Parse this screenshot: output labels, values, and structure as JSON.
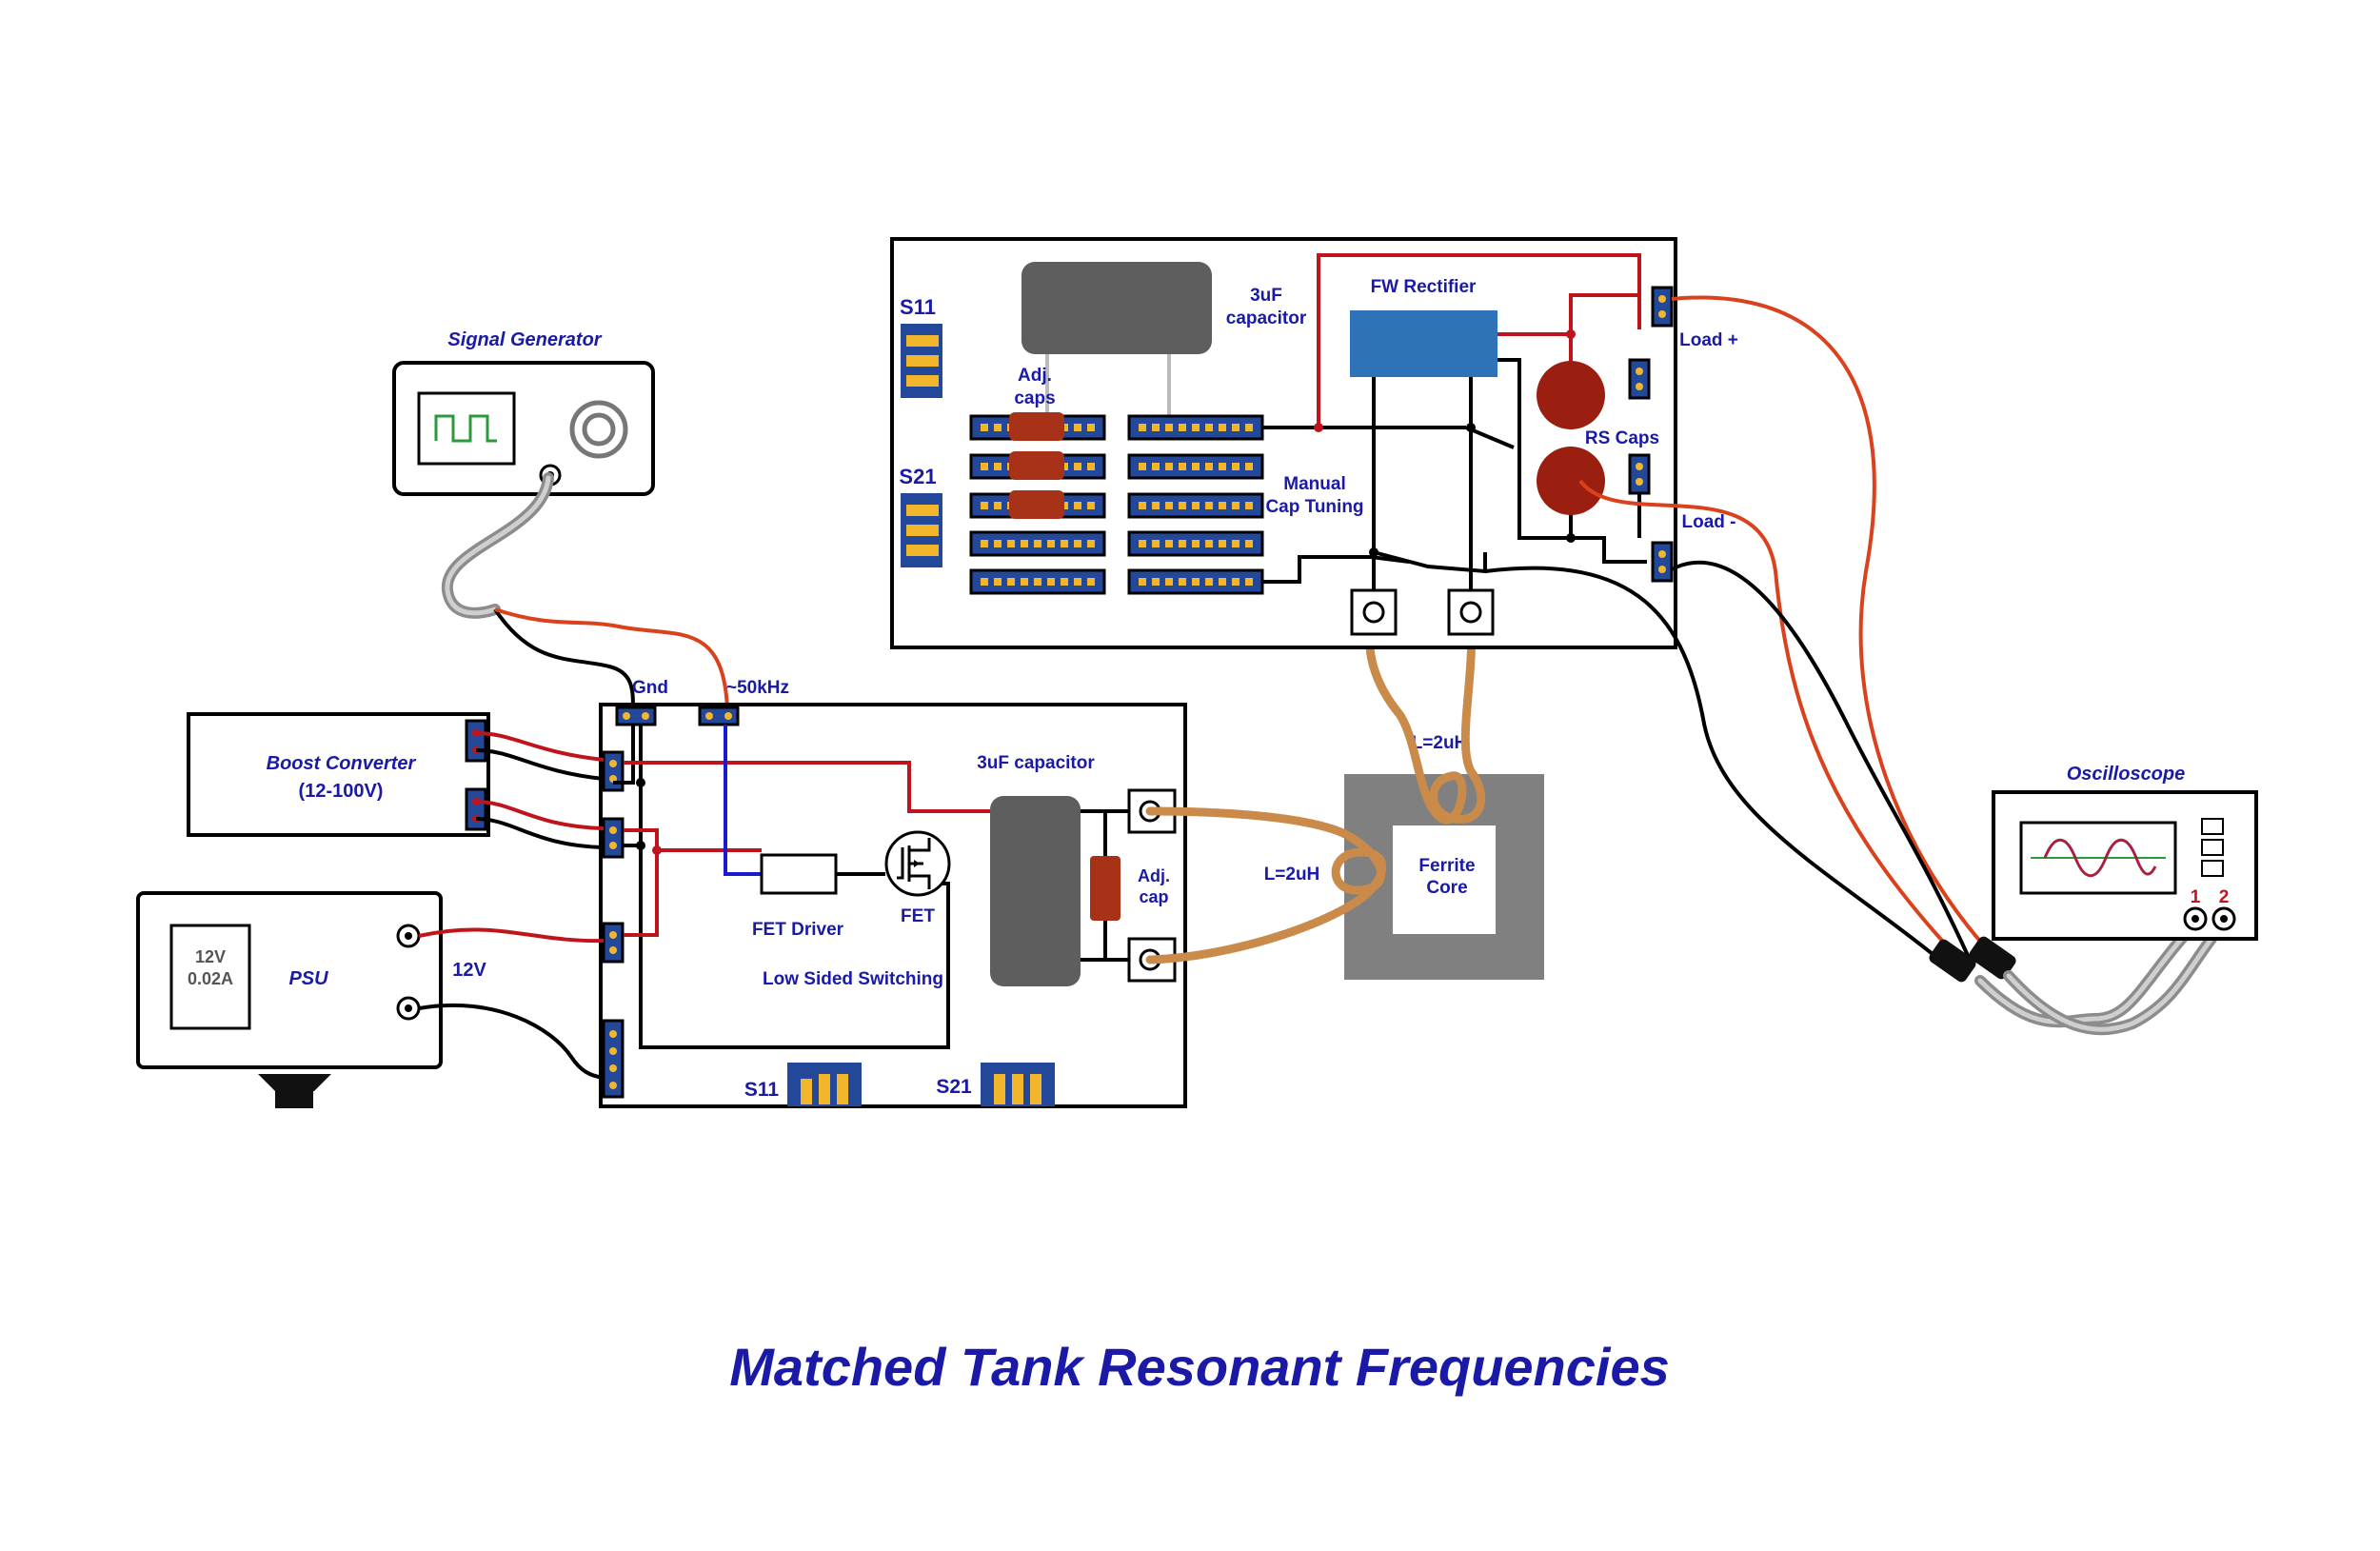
{
  "title": "Matched Tank Resonant Frequencies",
  "colors": {
    "title": "#1a1aa6",
    "label": "#1a1aa6",
    "wire_positive": "#c0141c",
    "wire_ground": "#000000",
    "wire_signal": "#1a1ad0",
    "probe_lead": "#d9421c",
    "coil_copper": "#c98a4a",
    "ferrite": "#808080",
    "rectifier": "#2e73b8",
    "rs_caps": "#9a1f10",
    "capacitor": "#5e5e5e",
    "adj_cap": "#a83218"
  },
  "signal_generator": {
    "label": "Signal Generator",
    "display_icon": "square-wave-icon",
    "knob_icon": "knob-icon"
  },
  "boost_converter": {
    "label": "Boost Converter",
    "range": "(12-100V)"
  },
  "psu": {
    "label": "PSU",
    "readout_v": "12V",
    "readout_a": "0.02A",
    "output_label": "12V"
  },
  "driver_board": {
    "gnd_label": "Gnd",
    "freq_label": "~50kHz",
    "cap_label": "3uF capacitor",
    "fet_driver_label": "FET Driver",
    "fet_label": "FET",
    "switching_label": "Low Sided Switching",
    "adj_cap_label_1": "Adj.",
    "adj_cap_label_2": "cap",
    "s11_label": "S11",
    "s21_label": "S21"
  },
  "transformer": {
    "primary_label": "L=2uH",
    "secondary_label": "L=2uH",
    "core_label_1": "Ferrite",
    "core_label_2": "Core"
  },
  "receiver_board": {
    "s11_label": "S11",
    "s21_label": "S21",
    "cap_label_1": "3uF",
    "cap_label_2": "capacitor",
    "adj_caps_label_1": "Adj.",
    "adj_caps_label_2": "caps",
    "manual_label_1": "Manual",
    "manual_label_2": "Cap Tuning",
    "rectifier_label": "FW Rectifier",
    "rs_caps_label": "RS Caps",
    "load_plus_label": "Load +",
    "load_minus_label": "Load -"
  },
  "oscilloscope": {
    "label": "Oscilloscope",
    "channel_1": "1",
    "channel_2": "2",
    "display_icon": "sine-wave-icon"
  }
}
